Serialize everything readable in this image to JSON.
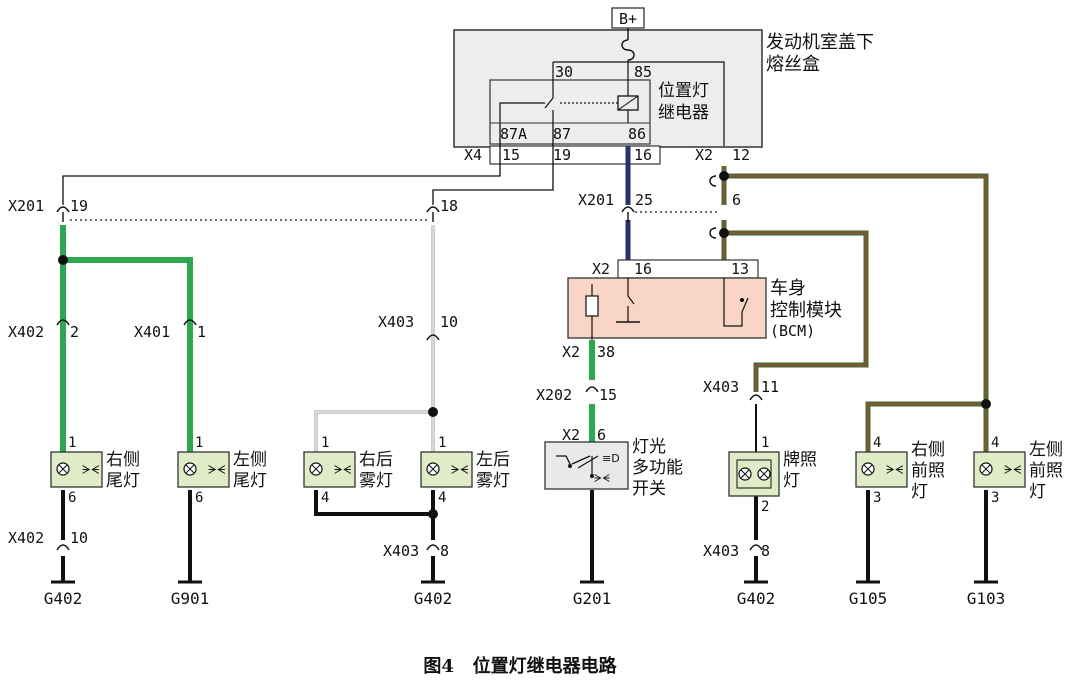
{
  "fuse_box": {
    "supply": "B+",
    "label_line1": "发动机室盖下",
    "label_line2": "熔丝盒",
    "relay_label_line1": "位置灯",
    "relay_label_line2": "继电器",
    "pin_30": "30",
    "pin_85": "85",
    "pin_87a": "87A",
    "pin_87": "87",
    "pin_86": "86",
    "x4_connector": "X4",
    "x4_pin_15": "15",
    "x4_pin_19": "19",
    "x4_pin_16": "16",
    "x2_connector": "X2",
    "x2_pin_12": "12"
  },
  "connectors": {
    "x201_left": "X201",
    "x201_left_pin": "19",
    "x201_mid_pin": "18",
    "x201_center": "X201",
    "x201_center_pin": "25",
    "x201_right_pin": "6",
    "x402_a": "X402",
    "x402_a_pin": "2",
    "x401": "X401",
    "x401_pin": "1",
    "x403_a": "X403",
    "x403_a_pin": "10",
    "x2_bcm_top": "X2",
    "x2_bcm_top_pin16": "16",
    "x2_bcm_top_pin13": "13",
    "x2_bcm_bottom": "X2",
    "x2_bcm_bottom_pin": "38",
    "x202": "X202",
    "x202_pin": "15",
    "x2_switch": "X2",
    "x2_switch_pin": "6",
    "x403_b": "X403",
    "x403_b_pin": "11",
    "x402_b": "X402",
    "x402_b_pin": "10",
    "x403_c": "X403",
    "x403_c_pin": "8",
    "x403_d": "X403",
    "x403_d_pin": "8"
  },
  "bcm": {
    "label_line1": "车身",
    "label_line2": "控制模块",
    "label_line3": "(BCM)",
    "color": "#f8d5c4"
  },
  "components": {
    "right_tail_line1": "右侧",
    "right_tail_line2": "尾灯",
    "left_tail_line1": "左侧",
    "left_tail_line2": "尾灯",
    "right_rear_fog_line1": "右后",
    "right_rear_fog_line2": "雾灯",
    "left_rear_fog_line1": "左后",
    "left_rear_fog_line2": "雾灯",
    "light_switch_line1": "灯光",
    "light_switch_line2": "多功能",
    "light_switch_line3": "开关",
    "plate_line1": "牌照",
    "plate_line2": "灯",
    "right_front_line1": "右侧",
    "right_front_line2": "前照",
    "right_front_line3": "灯",
    "left_front_line1": "左侧",
    "left_front_line2": "前照",
    "left_front_line3": "灯",
    "lamp_fill": "#e0ebc8"
  },
  "pins": {
    "rt_top": "1",
    "rt_bottom": "6",
    "lt_top": "1",
    "lt_bottom": "6",
    "rrf_top": "1",
    "rrf_bottom": "4",
    "lrf_top": "1",
    "lrf_bottom": "4",
    "plate_top": "1",
    "plate_bottom": "2",
    "rf_top": "4",
    "rf_bottom": "3",
    "lf_top": "4",
    "lf_bottom": "3"
  },
  "grounds": {
    "g1": "G402",
    "g2": "G901",
    "g3": "G402",
    "g4": "G201",
    "g5": "G402",
    "g6": "G105",
    "g7": "G103"
  },
  "wire_colors": {
    "green": "#2ea84f",
    "dark_blue": "#2a2f6e",
    "brown": "#7a5a35",
    "brown_edge": "#3d6b2d",
    "black": "#111111",
    "gray": "#8c8c8c"
  },
  "caption": "图4   位置灯继电器电路"
}
